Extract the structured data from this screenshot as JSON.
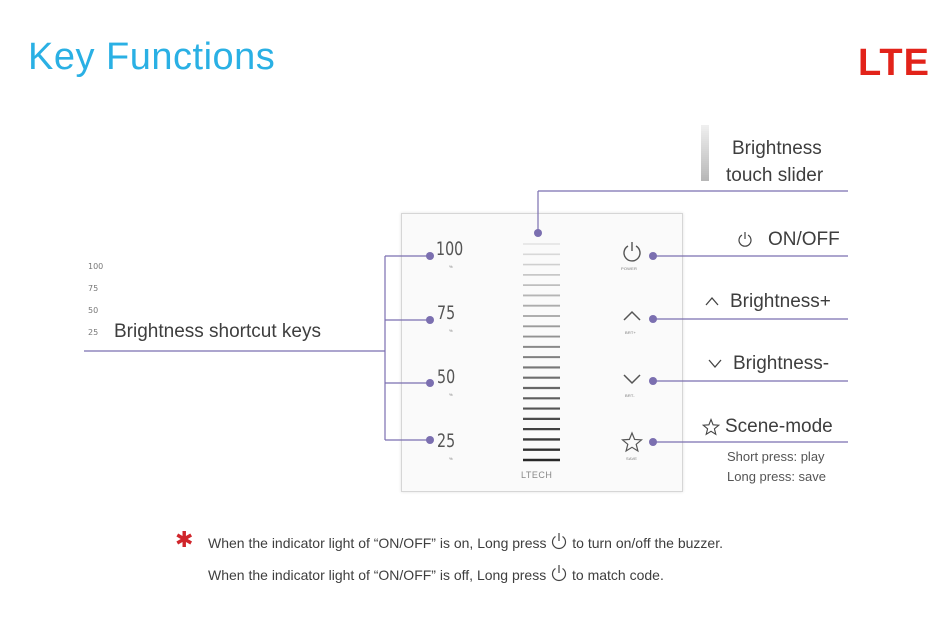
{
  "header": {
    "title": "Key Functions",
    "logo": "LTE",
    "logo_color": "#e2231a",
    "title_color": "#2ab0e4"
  },
  "panel": {
    "keys": [
      {
        "value": "100",
        "unit": "%"
      },
      {
        "value": "75",
        "unit": "%"
      },
      {
        "value": "50",
        "unit": "%"
      },
      {
        "value": "25",
        "unit": "%"
      }
    ],
    "buttons": [
      {
        "icon": "power-icon",
        "caption": "POWER"
      },
      {
        "icon": "chevron-up-icon",
        "caption": "BRT+"
      },
      {
        "icon": "chevron-down-icon",
        "caption": "BRT-"
      },
      {
        "icon": "star-icon",
        "caption": "SAVE"
      }
    ],
    "brand": "LTECH"
  },
  "callouts": {
    "slider": {
      "line1": "Brightness",
      "line2": "touch slider"
    },
    "shortcut": {
      "label": "Brightness shortcut keys",
      "mini": [
        "100",
        "75",
        "50",
        "25"
      ]
    },
    "onoff": {
      "label": "ON/OFF",
      "icon": "power-icon"
    },
    "brt_up": {
      "label": "Brightness+",
      "icon": "chevron-up-icon"
    },
    "brt_down": {
      "label": "Brightness-",
      "icon": "chevron-down-icon"
    },
    "scene": {
      "label": "Scene-mode",
      "icon": "star-icon",
      "short": "Short press: play",
      "long": "Long press: save"
    }
  },
  "notes": {
    "line1_a": "When the indicator light of “ON/OFF” is on, Long press",
    "line1_b": "to turn on/off the buzzer.",
    "line2_a": "When the indicator light of “ON/OFF” is off, Long press",
    "line2_b": "to match code.",
    "marker": "✱"
  },
  "accent_color": "#7b6fb0"
}
